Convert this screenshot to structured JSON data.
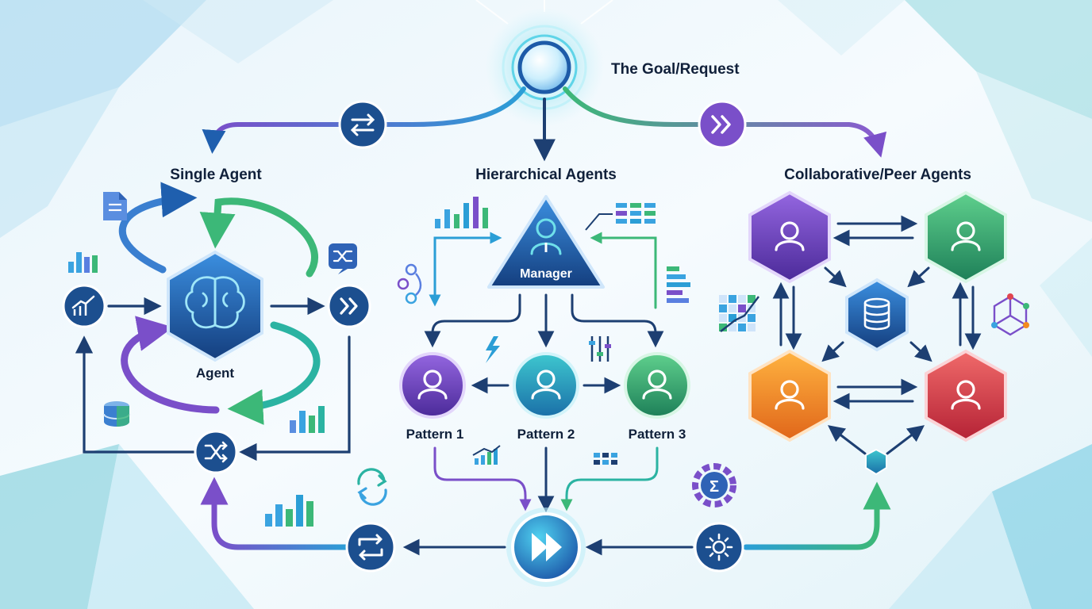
{
  "goal": {
    "label": "The Goal/Request"
  },
  "sections": {
    "single": "Single Agent",
    "hierarchical": "Hierarchical Agents",
    "collaborative": "Collaborative/Peer Agents"
  },
  "single_agent": {
    "agent_label": "Agent"
  },
  "hierarchical": {
    "manager_label": "Manager",
    "patterns": [
      "Pattern 1",
      "Pattern 2",
      "Pattern 3"
    ]
  },
  "colors": {
    "navy": "#1c4f8f",
    "blue": "#2a7fd0",
    "teal": "#23b3c4",
    "green": "#3cb878",
    "purple": "#7a4fc9",
    "orange": "#f28a1e",
    "red": "#e0454f"
  }
}
